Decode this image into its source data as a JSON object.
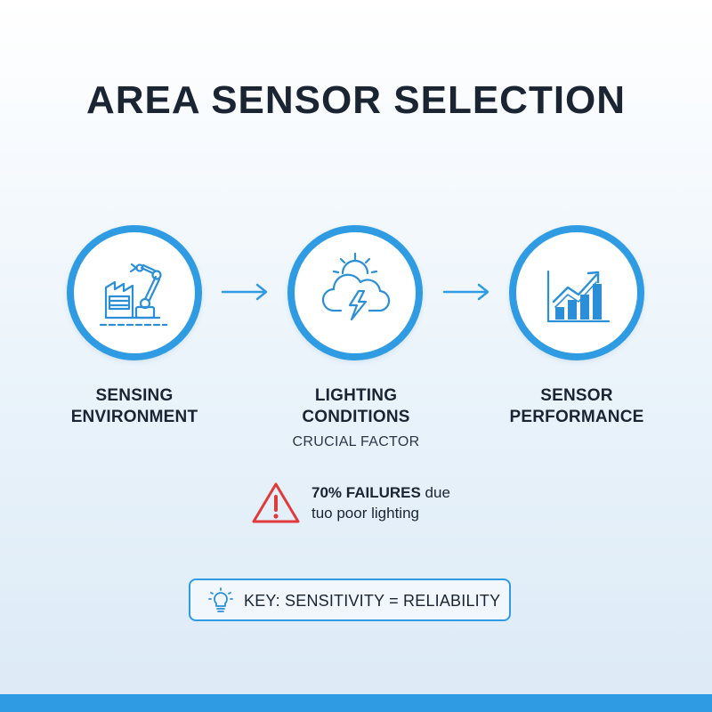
{
  "title": "AREA SENSOR SELECTION",
  "steps": [
    {
      "icon": "factory-robot-arm-icon",
      "line1": "SENSING",
      "line2": "ENVIRONMENT",
      "sublabel": ""
    },
    {
      "icon": "sun-cloud-lightning-icon",
      "line1": "LIGHTING",
      "line2": "CONDITIONS",
      "sublabel": "CRUCIAL FACTOR"
    },
    {
      "icon": "bar-chart-trend-icon",
      "line1": "SENSOR",
      "line2": "PERFORMANCE",
      "sublabel": ""
    }
  ],
  "connector_icon": "arrow-right-icon",
  "warning": {
    "icon": "warning-triangle-icon",
    "emphasis": "70% FAILURES",
    "rest": " due",
    "line2": "tuo poor lighting"
  },
  "key": {
    "icon": "lightbulb-icon",
    "text": "KEY: SENSITIVITY = RELIABILITY"
  },
  "colors": {
    "accent": "#2f9be3",
    "icon_stroke": "#2a8fd6",
    "warning": "#e03a3a",
    "text": "#1b2432"
  }
}
